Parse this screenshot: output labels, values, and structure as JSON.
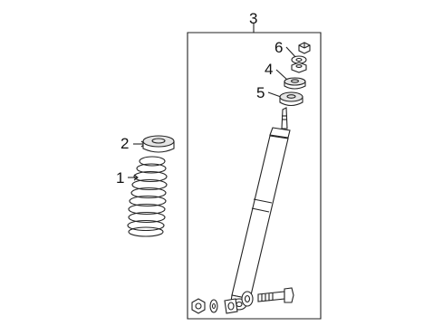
{
  "callouts": {
    "assembly": "3",
    "nut": "6",
    "bushing_upper": "4",
    "bushing_lower": "5",
    "insulator": "2",
    "coil_spring": "1"
  }
}
